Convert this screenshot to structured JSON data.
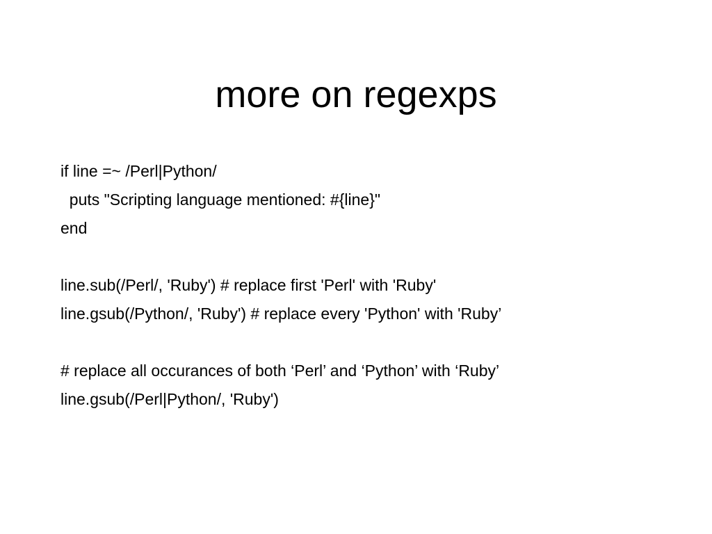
{
  "slide": {
    "title": "more on regexps",
    "lines": [
      "if line =~ /Perl|Python/",
      "  puts \"Scripting language mentioned: #{line}\"",
      "end",
      "",
      "line.sub(/Perl/, 'Ruby') # replace first 'Perl' with 'Ruby'",
      "line.gsub(/Python/, 'Ruby') # replace every 'Python' with 'Ruby’",
      "",
      "# replace all occurances of both ‘Perl’ and ‘Python’ with ‘Ruby’",
      "line.gsub(/Perl|Python/, 'Ruby')"
    ]
  }
}
